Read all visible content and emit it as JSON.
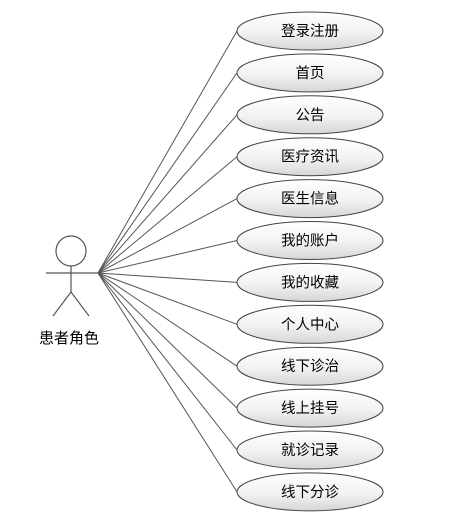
{
  "diagram": {
    "actor": {
      "label": "患者角色"
    },
    "use_cases": [
      {
        "label": "登录注册"
      },
      {
        "label": "首页"
      },
      {
        "label": "公告"
      },
      {
        "label": "医疗资讯"
      },
      {
        "label": "医生信息"
      },
      {
        "label": "我的账户"
      },
      {
        "label": "我的收藏"
      },
      {
        "label": "个人中心"
      },
      {
        "label": "线下诊治"
      },
      {
        "label": "线上挂号"
      },
      {
        "label": "就诊记录"
      },
      {
        "label": "线下分诊"
      }
    ],
    "colors": {
      "line": "#555555",
      "ellipse_stroke": "#444444",
      "ellipse_fill_top": "#ffffff",
      "ellipse_fill_bottom": "#d9d9d9"
    }
  }
}
